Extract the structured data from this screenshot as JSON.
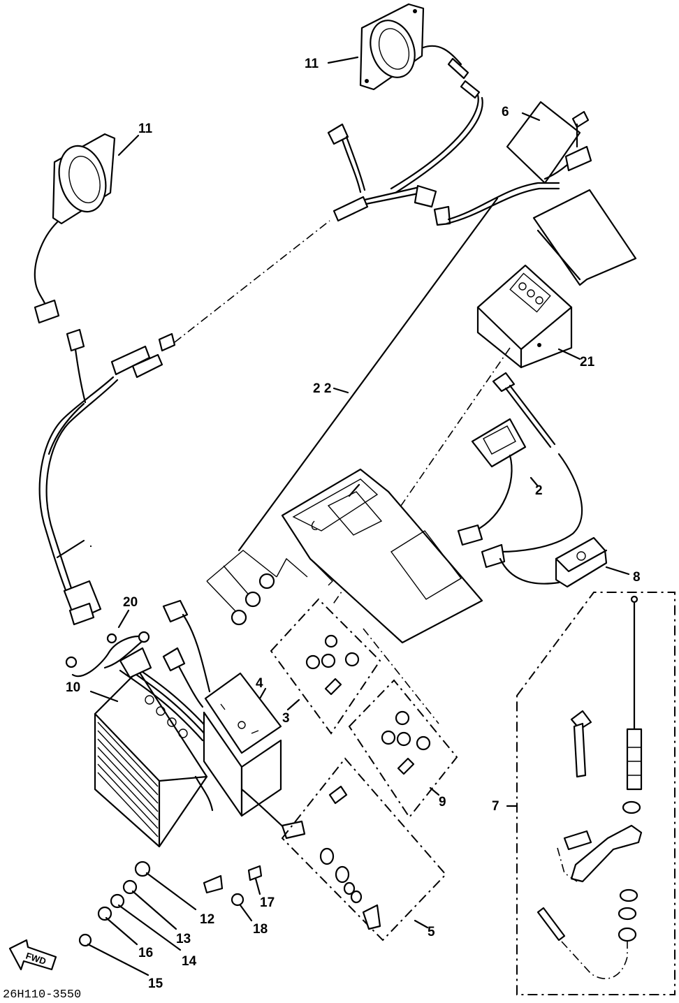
{
  "callouts": {
    "c11a": "11",
    "c11b": "11",
    "c6": "6",
    "c21": "21",
    "c22": "2 2",
    "c2": "2",
    "c8": "8",
    "c20": "20",
    "c4": "4",
    "c10": "10",
    "c3": "3",
    "c9": "9",
    "c7": "7",
    "c12": "12",
    "c17": "17",
    "c18": "18",
    "c13": "13",
    "c16": "16",
    "c14": "14",
    "c15": "15",
    "c5": "5"
  },
  "fwd_label": "FWD",
  "diagram_code": "26H110-3550"
}
